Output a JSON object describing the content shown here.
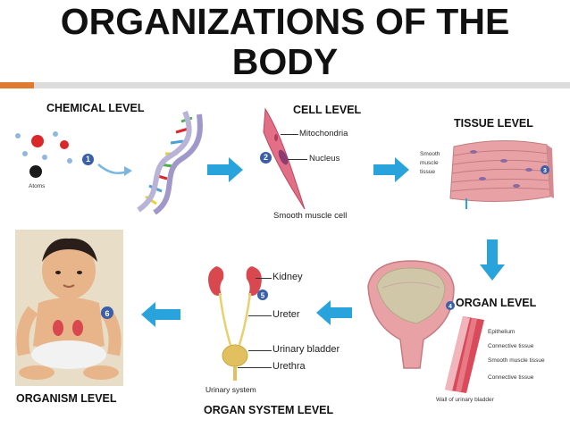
{
  "title": "ORGANIZATIONS OF THE\nBODY",
  "levels": {
    "chemical": "CHEMICAL LEVEL",
    "cell": "CELL LEVEL",
    "tissue": "TISSUE LEVEL",
    "organ": "ORGAN LEVEL",
    "organ_system": "ORGAN SYSTEM LEVEL",
    "organism": "ORGANISM LEVEL"
  },
  "labels": {
    "atoms": "Atoms",
    "mitochondria": "Mitochondria",
    "nucleus": "Nucleus",
    "smooth_muscle_cell": "Smooth muscle cell",
    "smooth_muscle_tissue": "Smooth\nmuscle\ntissue",
    "kidney": "Kidney",
    "ureter": "Ureter",
    "urinary_bladder": "Urinary bladder",
    "urethra": "Urethra",
    "urinary_system": "Urinary system",
    "epithelium": "Epithelium",
    "connective_tissue_1": "Connective tissue",
    "smooth_muscle_tissue_2": "Smooth muscle tissue",
    "connective_tissue_2": "Connective tissue",
    "wall_of_urinary_bladder": "Wall of urinary bladder"
  },
  "step_numbers": [
    "1",
    "2",
    "3",
    "4",
    "5",
    "6"
  ],
  "colors": {
    "arrow": "#29a3dc",
    "title_rule": "#d9d9d9",
    "title_accent": "#e07a2e",
    "muscle": "#e8a2a6",
    "step_circle": "#3a5fa8"
  },
  "icons": [
    "arrow-right-icon",
    "arrow-down-icon",
    "arrow-left-icon"
  ]
}
